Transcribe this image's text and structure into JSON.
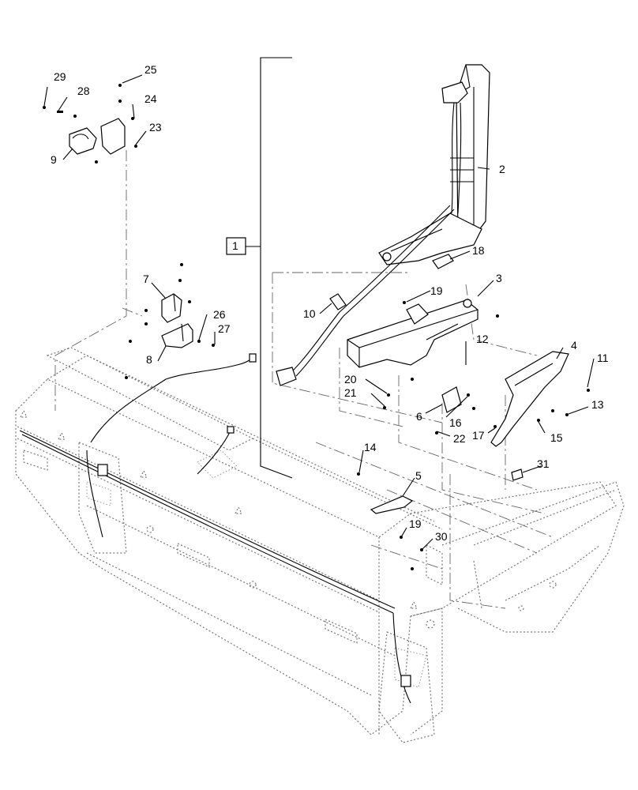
{
  "callouts": {
    "c1": "1",
    "c2": "2",
    "c3": "3",
    "c4": "4",
    "c5": "5",
    "c6": "6",
    "c7": "7",
    "c8": "8",
    "c9": "9",
    "c10": "10",
    "c11": "11",
    "c12": "12",
    "c13": "13",
    "c14": "14",
    "c15": "15",
    "c16": "16",
    "c17": "17",
    "c18": "18",
    "c19a": "19",
    "c19b": "19",
    "c20": "20",
    "c21": "21",
    "c22": "22",
    "c23": "23",
    "c24": "24",
    "c25": "25",
    "c26": "26",
    "c27": "27",
    "c28": "28",
    "c29": "29",
    "c30": "30",
    "c31": "31"
  },
  "colors": {
    "line": "#000000",
    "ghost": "#777777",
    "background": "#ffffff"
  }
}
